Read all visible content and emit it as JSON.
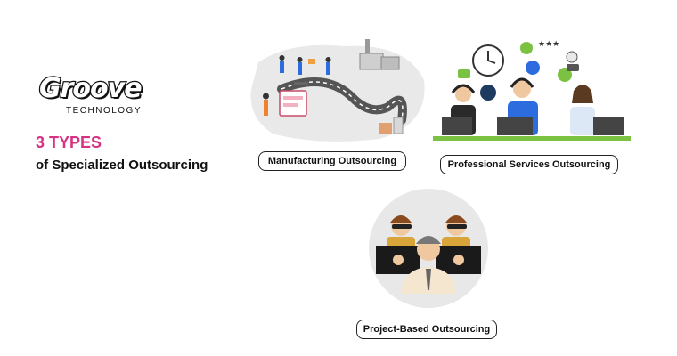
{
  "brand": {
    "name": "Groove",
    "tagline": "TECHNOLOGY"
  },
  "heading": {
    "types": "3 TYPES",
    "subtitle": "of Specialized Outsourcing"
  },
  "categories": [
    {
      "label": "Manufacturing Outsourcing",
      "illustration": "manufacturing-illustration"
    },
    {
      "label": "Professional Services Outsourcing",
      "illustration": "call-center-illustration"
    },
    {
      "label": "Project-Based Outsourcing",
      "illustration": "developers-illustration"
    }
  ],
  "colors": {
    "accent": "#d63384",
    "text": "#111111",
    "circle_bg": "#e8e8e8",
    "green": "#7cc242",
    "blue": "#2d6cdf"
  }
}
